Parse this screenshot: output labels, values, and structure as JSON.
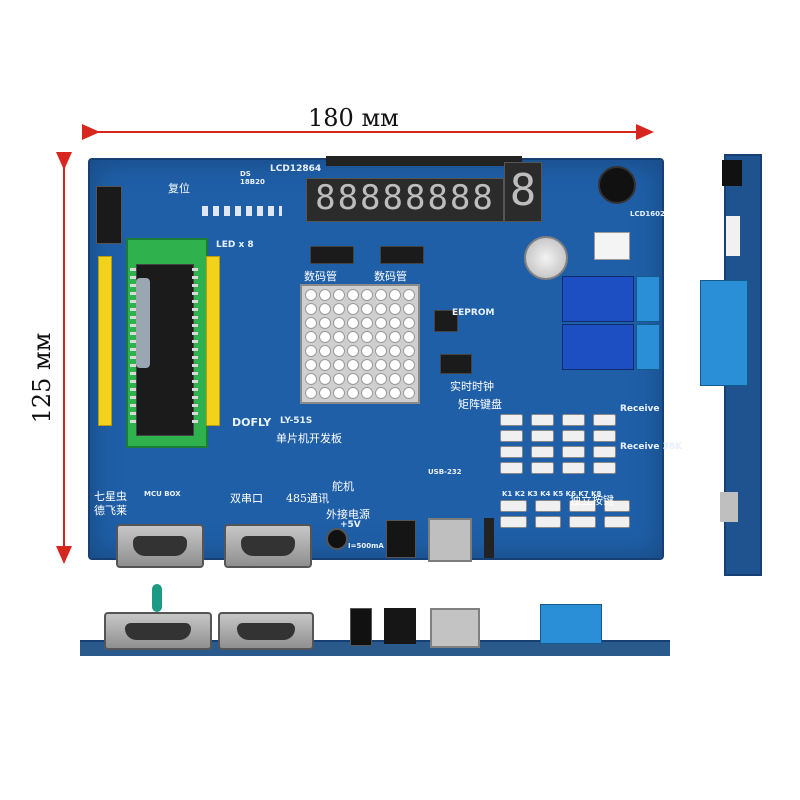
{
  "dimensions": {
    "width_label": "180 мм",
    "height_label": "125 мм",
    "arrow_color": "#d7261e"
  },
  "board": {
    "color": "#1f5fa8",
    "silkscreen": {
      "lcd12864": "LCD12864",
      "lcd1602": "LCD1602",
      "ds18b20": "DS 18B20",
      "fuwei": "复位",
      "led_x8": "LED x 8",
      "shumaguan_left": "数码管",
      "shumaguan_right": "数码管",
      "eeprom": "EEPROM",
      "shishi_shizhong": "实时时钟",
      "juzhen_jianpan": "矩阵键盘",
      "duli_anjian": "独立按键",
      "dofly": "DOFLY",
      "model": "LY-51S",
      "danpianji": "单片机开发板",
      "tongxin_485": "485通讯",
      "shuang_chuankou": "双串口",
      "waijie_dianyuan": "外接电源",
      "plus5v": "+5V",
      "current": "I=500mA",
      "mcu_box": "MCU BOX",
      "qixingchong": "七星虫",
      "deflyer": "德飞莱",
      "receive": "Receive",
      "receive_38k": "Receive 38K",
      "duoji": "舵机",
      "keys_row": "K1 K2 K3 K4 K5 K6 K7 K8",
      "usb232": "USB-232"
    },
    "seven_segment": "88888888",
    "single_digit": "8"
  }
}
